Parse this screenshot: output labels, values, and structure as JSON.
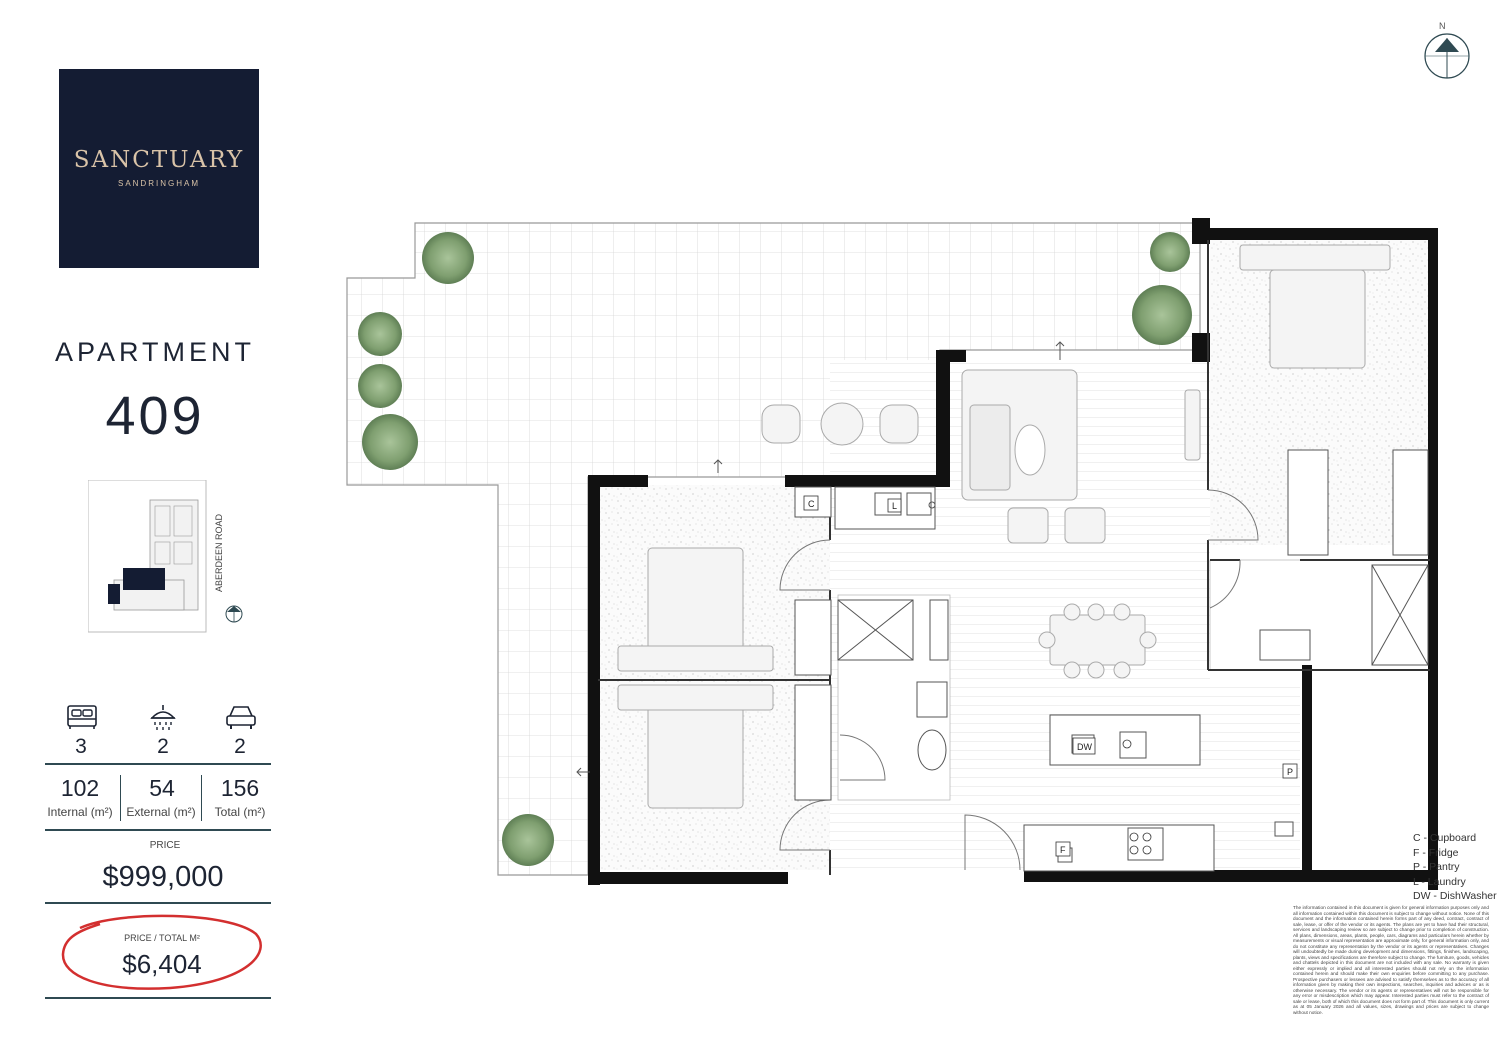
{
  "brand": {
    "name": "SANCTUARY",
    "subtitle": "SANDRINGHAM"
  },
  "apartment": {
    "label": "APARTMENT",
    "number": "409"
  },
  "key_plan": {
    "road_label": "ABERDEEN ROAD"
  },
  "stats": [
    {
      "icon": "bed-icon",
      "value": "3"
    },
    {
      "icon": "shower-icon",
      "value": "2"
    },
    {
      "icon": "car-icon",
      "value": "2"
    }
  ],
  "areas": [
    {
      "value": "102",
      "label": "Internal (m²)"
    },
    {
      "value": "54",
      "label": "External (m²)"
    },
    {
      "value": "156",
      "label": "Total (m²)"
    }
  ],
  "price": {
    "label": "PRICE",
    "value": "$999,000"
  },
  "price_per_m2": {
    "label": "PRICE / TOTAL M²",
    "value": "$6,404"
  },
  "compass": {
    "label": "N"
  },
  "plan_labels": {
    "cupboard": "C",
    "laundry": "L",
    "dishwasher": "DW",
    "pantry": "P",
    "fridge": "F"
  },
  "legend": [
    "C - Cupboard",
    "F - Fridge",
    "P - Pantry",
    "L - Laundry",
    "DW - DishWasher"
  ],
  "disclaimer": "The information contained in this document is given for general information purposes only and all information contained within this document is subject to change without notice. None of this document and the information contained herein forms part of any deed, contract, contract of sale, lease, or offer of the vendor or its agents. The plans are yet to have had their structural, services and landscaping review so are subject to change prior to completion of construction. All plans, dimensions, areas, plants, people, cars, diagrams and particulars herein whether by measurements or visual representation are approximate only, for general information only, and do not constitute any representation by the vendor or its agents or representatives. Changes will undoubtedly be made during development and dimensions, fittings, finishes, landscaping, plants, views and specifications are therefore subject to change. The furniture, goods, vehicles and chattels depicted in this document are not included with any sale. No warranty is given either expressly or implied and all interested parties should not rely on the information contained herein and should make their own enquiries before committing to any purchase. Prospective purchasers or lessees are advised to satisfy themselves as to the accuracy of all information given by making their own inspections, searches, inquiries and advices or as is otherwise necessary. The vendor or its agents or representatives will not be responsible for any error or misdescription which may appear. Interested parties must refer to the contract of sale or lease, both of which this document does not form part of. This document is only current as at 05 January 2026 and all values, sizes, drawings and prices are subject to change without notice.",
  "colors": {
    "navy": "#141c33",
    "gold": "#d9c3a8",
    "teal": "#2f4a52",
    "highlight": "#d32f2f"
  }
}
